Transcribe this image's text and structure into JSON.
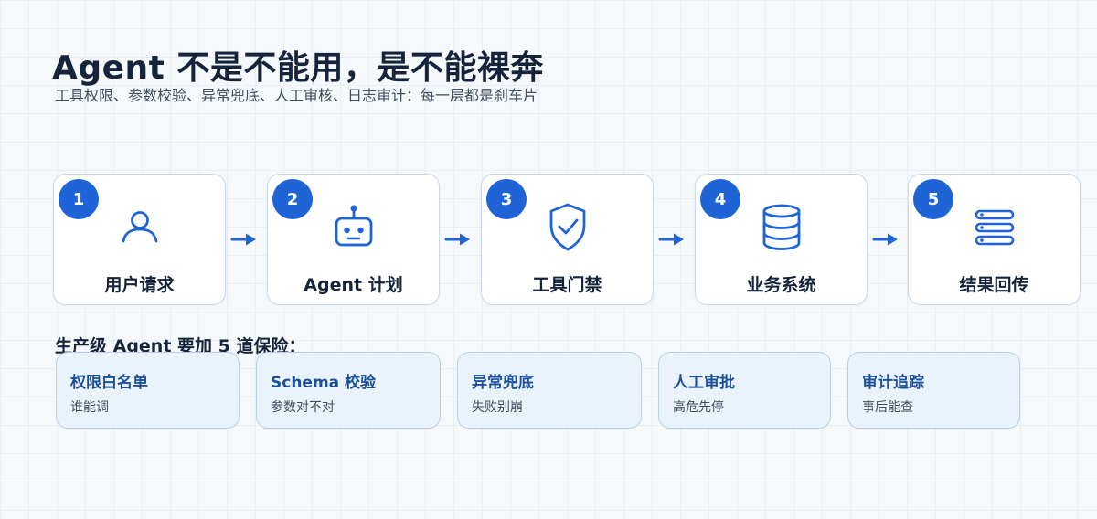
{
  "header": {
    "title": "Agent 不是不能用，是不能裸奔",
    "subtitle": "工具权限、参数校验、异常兜底、人工审核、日志审计：每一层都是刹车片"
  },
  "flow": {
    "steps": [
      {
        "number": "1",
        "label": "用户请求",
        "icon": "user-icon"
      },
      {
        "number": "2",
        "label": "Agent 计划",
        "icon": "robot-icon"
      },
      {
        "number": "3",
        "label": "工具门禁",
        "icon": "shield-check-icon"
      },
      {
        "number": "4",
        "label": "业务系统",
        "icon": "database-icon"
      },
      {
        "number": "5",
        "label": "结果回传",
        "icon": "server-stack-icon"
      }
    ]
  },
  "safeguards": {
    "heading": "生产级 Agent 要加 5 道保险：",
    "items": [
      {
        "title": "权限白名单",
        "desc": "谁能调"
      },
      {
        "title": "Schema 校验",
        "desc": "参数对不对"
      },
      {
        "title": "异常兜底",
        "desc": "失败别崩"
      },
      {
        "title": "人工审批",
        "desc": "高危先停"
      },
      {
        "title": "审计追踪",
        "desc": "事后能查"
      }
    ]
  },
  "colors": {
    "accent": "#1f64d6",
    "title_text": "#15243b",
    "card_border": "#cbd8e8",
    "guard_background": "#eaf3fc",
    "guard_title": "#1b4f9c"
  }
}
